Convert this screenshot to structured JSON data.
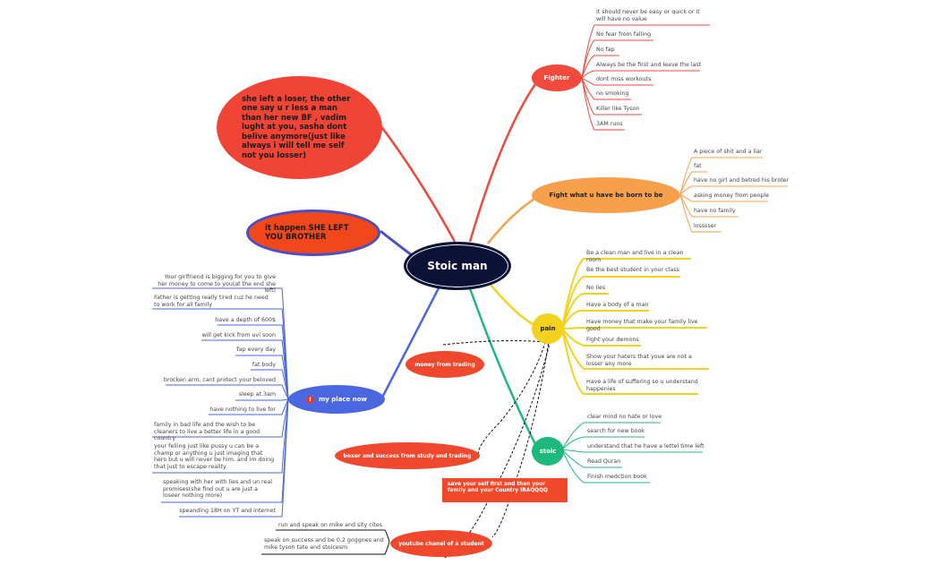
{
  "center": "Stoic man",
  "notes": {
    "she_left": "she left a loser, the other one say u r less a man than her new BF , vadim lught at you, sasha dont belive anymore(just like always i will tell me self not you losser)",
    "it_happen": "it happen SHE LEFT YOU BROTHER",
    "save_yourself": "save your self first and then your family and your Country IRAQQQQ"
  },
  "branches": {
    "fighter": {
      "label": "Fighter",
      "items": [
        "it should never be easy or quick or it will have no value",
        "No fear from falling",
        "No fap",
        "Always be the first and leave the last",
        "dont miss workouts",
        "no smoking",
        "Killer like Tyson",
        "3AM runs"
      ]
    },
    "fight_born": {
      "label": "Fight what u have be born to be",
      "items": [
        "A piece of shit and a liar",
        "fat",
        "have no girl and betred his broter",
        "asking money from people",
        "have no family",
        "losssser"
      ]
    },
    "pain": {
      "label": "pain",
      "items": [
        "Be a clean man and live in a clean room",
        "Be the best student in your class",
        "No lies",
        "Have a body of a man",
        "Have money that make your family live good",
        "Fight your demons",
        "Show your haters that youe are not a losser any more",
        "Have a life of suffering so u understand happenies"
      ]
    },
    "stoic": {
      "label": "stoic",
      "items": [
        "clear mind no hate or love",
        "search for new book",
        "understand that he have a lettel time left",
        "Read Quran",
        "Finish medction book"
      ]
    },
    "my_place": {
      "label": "my place now",
      "icon": "alert-icon",
      "items": [
        "Your girlfriend is bigging for you to give her money to come to you(at the end she left)",
        "Father is getting really tired  cuz he need to work for all family",
        "have a depth of 600$",
        "will get kick from uvi soon",
        "fap every day",
        "fat body",
        "brocken arm, cant protect your beloved",
        "sleep at 3am",
        "have nothing to live for",
        "family in bad life and the wish to be cleaners to live a better life in a good country",
        "your felling just like pussy u can be a champ or anything u just imaging that hero but u will never be him. and im doing that just to escape reality",
        "speaking with her with lies and un real promises(she find out u are just a loseer nothing more)",
        "speanding 18H on YT and internet"
      ]
    },
    "money_trading": {
      "label": "money from trading"
    },
    "boxer": {
      "label": "boxer and success from study and trading"
    },
    "youtube": {
      "label": "youtube chanel of a student",
      "items": [
        "run and speak on mike and sity cites",
        "speak on success and be 0.2 goggnes and mike tyson tate and stoicesm"
      ]
    }
  },
  "colors": {
    "red": "#f04a3c",
    "orange": "#f6a04b",
    "yellow": "#f2d21e",
    "green": "#1db87a",
    "blue": "#4a67e0",
    "navy": "#0b1236",
    "black_line": "#111111"
  }
}
